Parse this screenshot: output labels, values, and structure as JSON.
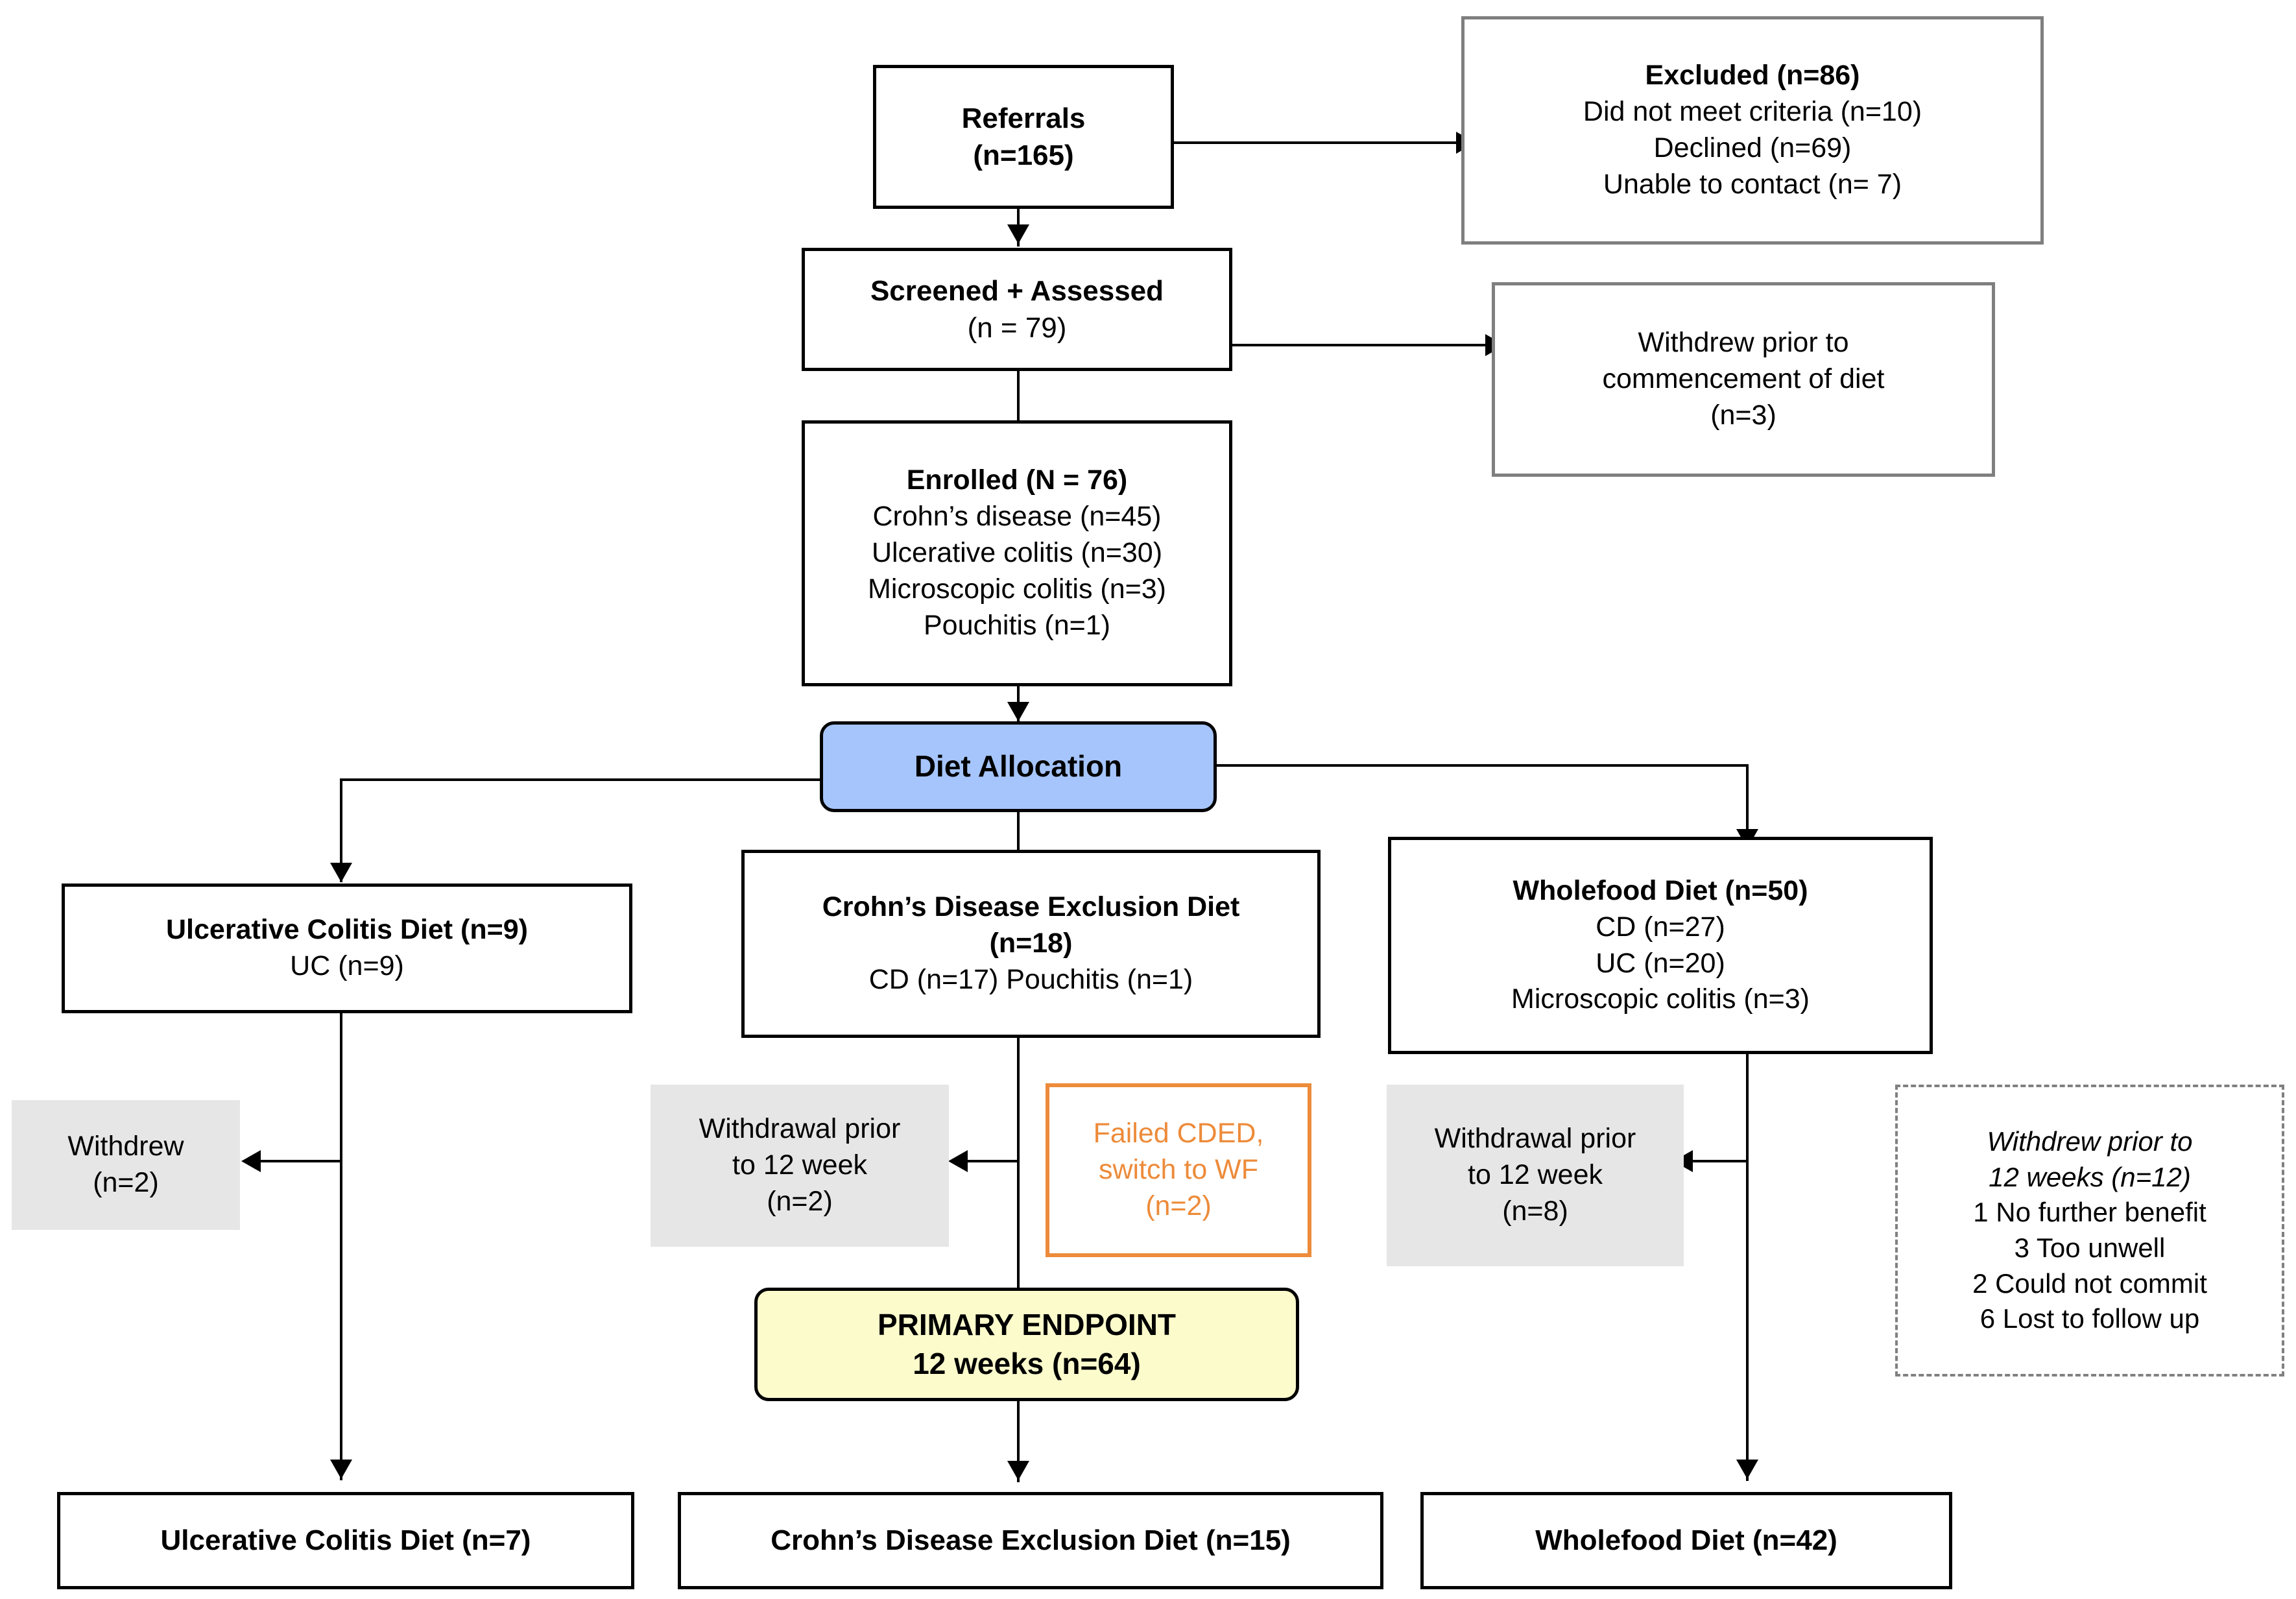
{
  "diagram": {
    "type": "consort-flow-diagram",
    "colors": {
      "allocation_fill": "#a6c5fc",
      "endpoint_fill": "#fbfbcc",
      "switch_accent": "#ed8b3a",
      "withdrawal_fill": "#e6e6e6",
      "border_dark": "#000000",
      "border_gray": "#7f7f7f"
    },
    "nodes": {
      "referrals": {
        "title": "Referrals",
        "count": "(n=165)"
      },
      "excluded": {
        "title": "Excluded (n=86)",
        "reasons": [
          "Did not meet criteria (n=10)",
          "Declined (n=69)",
          "Unable to contact (n= 7)"
        ]
      },
      "screened": {
        "title": "Screened + Assessed",
        "count": "(n = 79)"
      },
      "withdrew_pre_diet": {
        "line1": "Withdrew prior to",
        "line2": "commencement of diet",
        "line3": "(n=3)"
      },
      "enrolled": {
        "title": "Enrolled (N = 76)",
        "breakdown": [
          "Crohn’s disease (n=45)",
          "Ulcerative colitis (n=30)",
          "Microscopic colitis (n=3)",
          "Pouchitis (n=1)"
        ]
      },
      "allocation": {
        "title": "Diet Allocation"
      },
      "uc_diet": {
        "title": "Ulcerative Colitis Diet (n=9)",
        "breakdown": [
          "UC (n=9)"
        ]
      },
      "cded": {
        "title_line1": "Crohn’s Disease Exclusion Diet",
        "title_line2": "(n=18)",
        "breakdown": [
          "CD (n=17)  Pouchitis (n=1)"
        ]
      },
      "wholefood": {
        "title": "Wholefood Diet (n=50)",
        "breakdown": [
          "CD (n=27)",
          "UC (n=20)",
          "Microscopic colitis (n=3)"
        ]
      },
      "uc_withdrew": {
        "line1": "Withdrew",
        "line2": "(n=2)"
      },
      "cded_withdrawal": {
        "line1": "Withdrawal prior",
        "line2": "to 12 week",
        "line3": "(n=2)"
      },
      "cded_failed": {
        "line1": "Failed CDED,",
        "line2": "switch to WF",
        "line3": "(n=2)"
      },
      "wf_withdrawal": {
        "line1": "Withdrawal prior",
        "line2": "to 12 week",
        "line3": "(n=8)"
      },
      "wf_reasons": {
        "heading_line1": "Withdrew prior to",
        "heading_line2": "12 weeks (n=12)",
        "items": [
          "1 No further benefit",
          "3 Too unwell",
          "2 Could not commit",
          "6 Lost to follow up"
        ]
      },
      "primary_endpoint": {
        "line1": "PRIMARY ENDPOINT",
        "line2": "12 weeks  (n=64)"
      },
      "final_uc": {
        "title": "Ulcerative Colitis Diet (n=7)"
      },
      "final_cded": {
        "title": "Crohn’s Disease Exclusion Diet (n=15)"
      },
      "final_wf": {
        "title": "Wholefood Diet (n=42)"
      }
    }
  }
}
